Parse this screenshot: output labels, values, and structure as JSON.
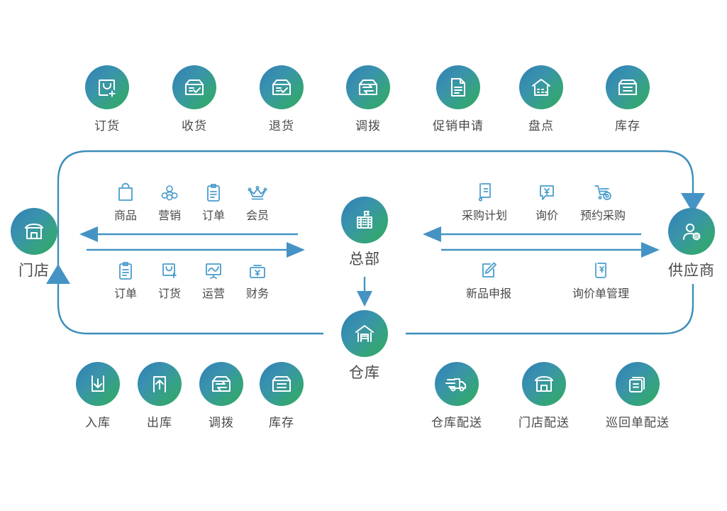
{
  "theme": {
    "circle_gradient_from": "#2f7fb5",
    "circle_gradient_to": "#2fa864",
    "line_icon_color": "#4a9ccc",
    "connector_color": "#3d8dbb",
    "arrow_color": "#4593c4",
    "label_color": "#4a4a4a",
    "background": "#ffffff"
  },
  "top_features": [
    {
      "label": "订货",
      "icon": "order-bag-plus-icon"
    },
    {
      "label": "收货",
      "icon": "receive-box-check-icon"
    },
    {
      "label": "退货",
      "icon": "return-box-check-icon"
    },
    {
      "label": "调拨",
      "icon": "transfer-box-arrows-icon"
    },
    {
      "label": "促销申请",
      "icon": "promotion-document-icon"
    },
    {
      "label": "盘点",
      "icon": "stocktake-warehouse-icon"
    },
    {
      "label": "库存",
      "icon": "inventory-box-lines-icon"
    }
  ],
  "bottom_left_features": [
    {
      "label": "入库",
      "icon": "inbound-arrow-down-icon"
    },
    {
      "label": "出库",
      "icon": "outbound-arrow-up-icon"
    },
    {
      "label": "调拨",
      "icon": "transfer-box-arrows-icon"
    },
    {
      "label": "库存",
      "icon": "inventory-box-lines-icon"
    }
  ],
  "bottom_right_features": [
    {
      "label": "仓库配送",
      "icon": "delivery-truck-icon"
    },
    {
      "label": "门店配送",
      "icon": "store-front-icon"
    },
    {
      "label": "巡回单配送",
      "icon": "route-documents-icon"
    }
  ],
  "anchors": {
    "store": {
      "label": "门店",
      "icon": "store-front-icon"
    },
    "hq": {
      "label": "总部",
      "icon": "headquarters-building-flag-icon"
    },
    "warehouse": {
      "label": "仓库",
      "icon": "warehouse-house-icon"
    },
    "supplier": {
      "label": "供应商",
      "icon": "supplier-person-badge-icon"
    }
  },
  "store_hq_flows": {
    "top_row": [
      {
        "label": "商品",
        "icon": "goods-shopping-bag-icon"
      },
      {
        "label": "营销",
        "icon": "marketing-people-icon"
      },
      {
        "label": "订单",
        "icon": "order-clipboard-icon"
      },
      {
        "label": "会员",
        "icon": "member-crown-icon"
      }
    ],
    "bottom_row": [
      {
        "label": "订单",
        "icon": "order-clipboard-icon"
      },
      {
        "label": "订货",
        "icon": "order-bag-plus-icon"
      },
      {
        "label": "运营",
        "icon": "operations-chart-board-icon"
      },
      {
        "label": "财务",
        "icon": "finance-yuan-case-icon"
      }
    ]
  },
  "hq_supplier_flows": {
    "top_row": [
      {
        "label": "采购计划",
        "icon": "purchase-plan-cart-doc-icon"
      },
      {
        "label": "询价",
        "icon": "inquiry-yuan-bubble-icon"
      },
      {
        "label": "预约采购",
        "icon": "scheduled-purchase-cart-icon"
      }
    ],
    "bottom_row": [
      {
        "label": "新品申报",
        "icon": "new-product-pencil-icon"
      },
      {
        "label": "询价单管理",
        "icon": "inquiry-sheet-manage-icon"
      }
    ]
  }
}
